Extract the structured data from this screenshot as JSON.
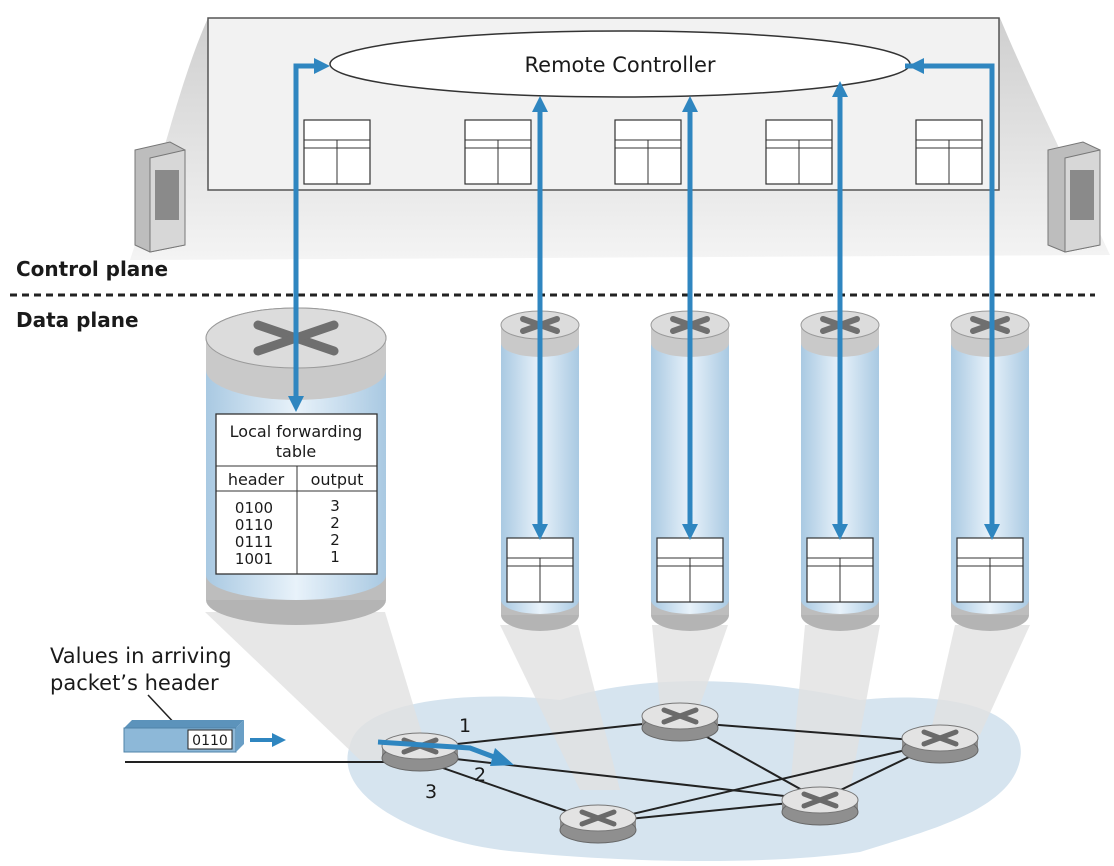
{
  "controller": {
    "label": "Remote Controller"
  },
  "planes": {
    "control": "Control plane",
    "data": "Data plane"
  },
  "forwarding_table": {
    "title_line1": "Local forwarding",
    "title_line2": "table",
    "col_header": "header",
    "col_output": "output",
    "rows": [
      {
        "header": "0100",
        "output": "3"
      },
      {
        "header": "0110",
        "output": "2"
      },
      {
        "header": "0111",
        "output": "2"
      },
      {
        "header": "1001",
        "output": "1"
      }
    ]
  },
  "packet": {
    "caption_line1": "Values in arriving",
    "caption_line2": "packet’s header",
    "value": "0110"
  },
  "ports": {
    "p1": "1",
    "p2": "2",
    "p3": "3"
  },
  "colors": {
    "arrow": "#2f86c0",
    "cylinder_fill": "#cfe3f2",
    "controller_box": "#f2f2f2",
    "shade": "#dcdcdc",
    "packet": "#8db8d8"
  }
}
